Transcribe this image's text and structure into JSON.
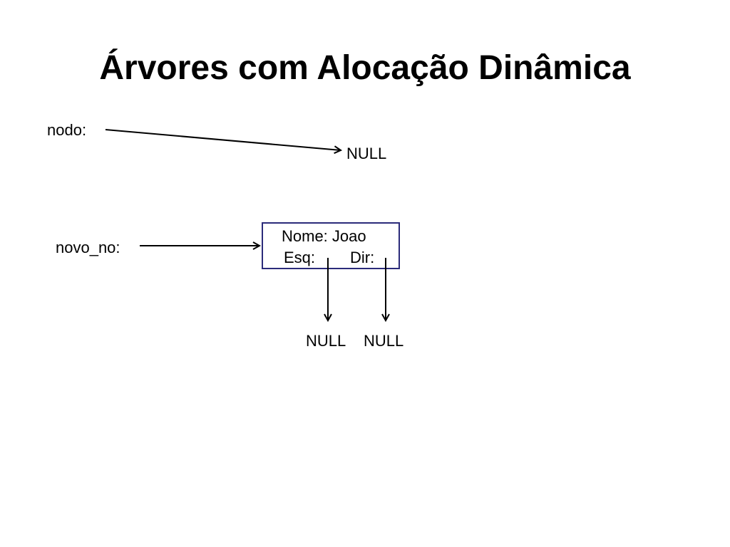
{
  "title": "Árvores com Alocação Dinâmica",
  "nodo_label": "nodo:",
  "nodo_target": "NULL",
  "novo_no_label": "novo_no:",
  "node": {
    "nome_label": "Nome:",
    "nome_value": "Joao",
    "esq_label": "Esq:",
    "dir_label": "Dir:"
  },
  "esq_target": "NULL",
  "dir_target": "NULL",
  "colors": {
    "box_border": "#2b2b7a",
    "text": "#000000"
  }
}
